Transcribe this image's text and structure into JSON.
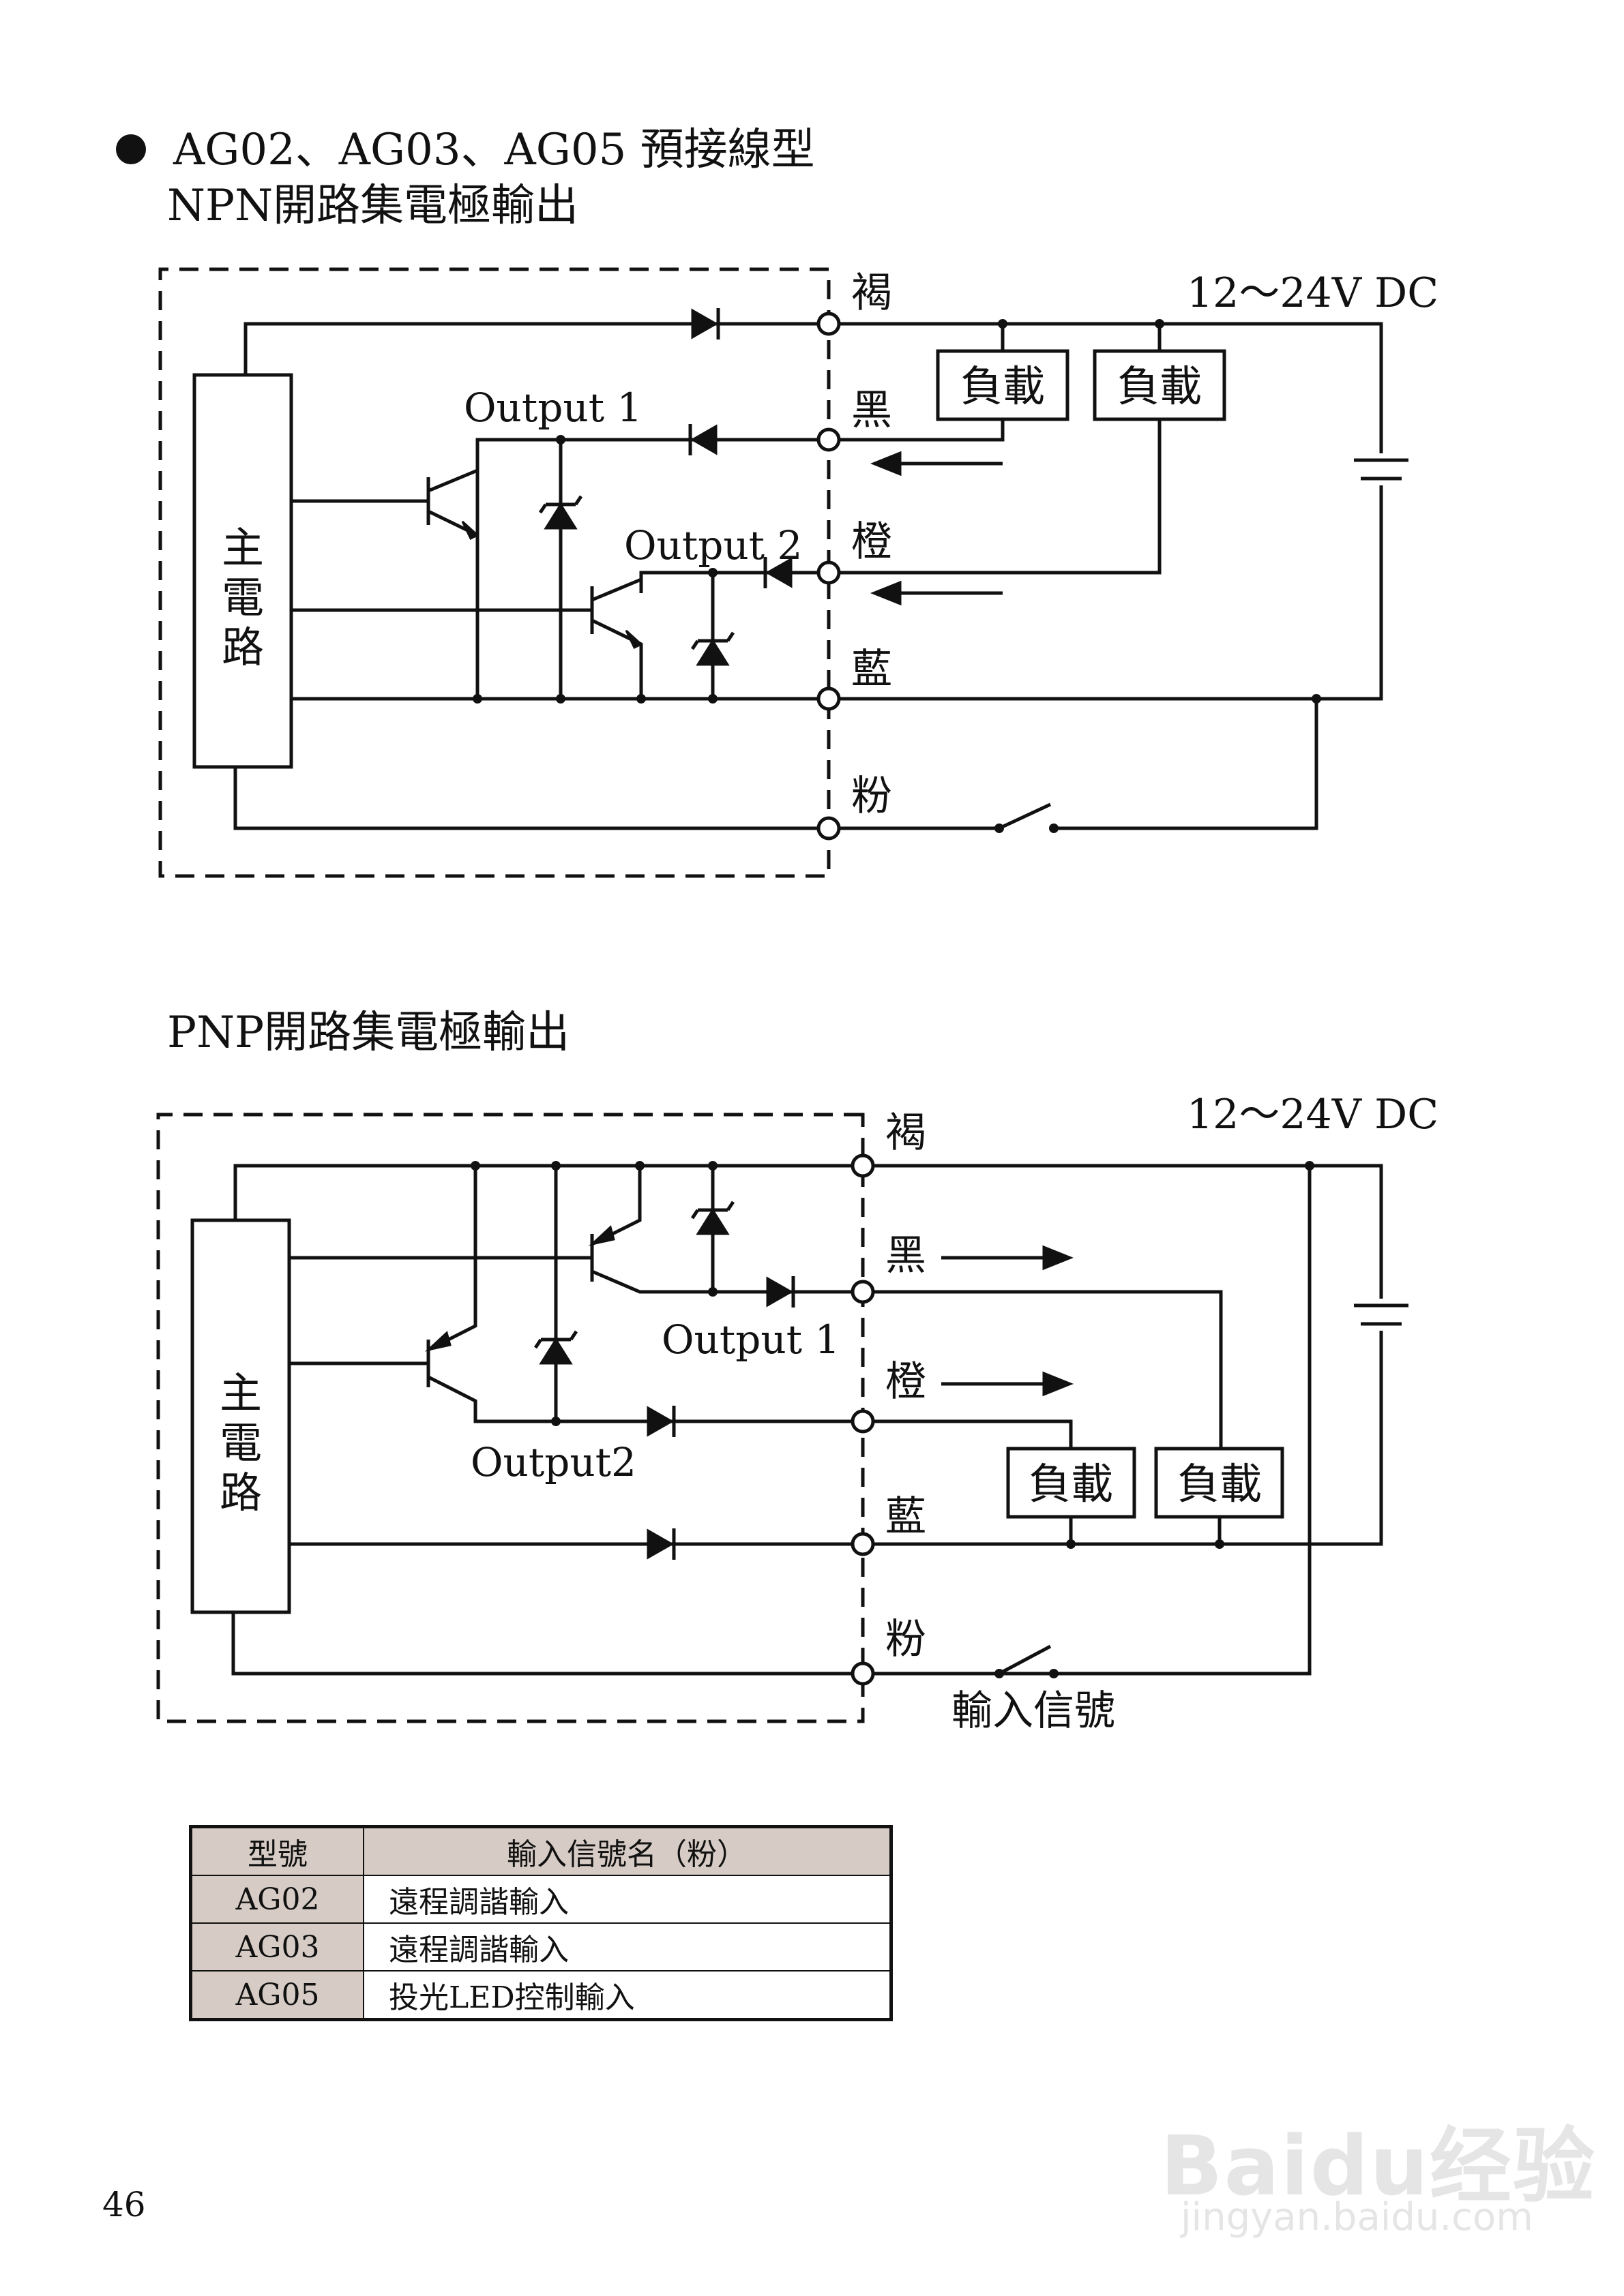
{
  "header": {
    "models_line": "AG02、AG03、AG05 預接線型"
  },
  "npn": {
    "title": "NPN開路集電極輸出",
    "voltage": "12～24V DC",
    "main_circuit": [
      "主",
      "電",
      "路"
    ],
    "wires": [
      "褐",
      "黑",
      "橙",
      "藍",
      "粉"
    ],
    "load_1": "負載",
    "load_2": "負載",
    "output_1": "Output 1",
    "output_2": "Output 2"
  },
  "pnp": {
    "title": "PNP開路集電極輸出",
    "voltage": "12～24V DC",
    "main_circuit": [
      "主",
      "電",
      "路"
    ],
    "wires": [
      "褐",
      "黑",
      "橙",
      "藍",
      "粉"
    ],
    "load_1": "負載",
    "load_2": "負載",
    "output_1": "Output 1",
    "output_2": "Output2",
    "input_signal": "輸入信號"
  },
  "table": {
    "headers": [
      "型號",
      "輸入信號名（粉）"
    ],
    "rows": [
      {
        "model": "AG02",
        "signal": "遠程調諧輸入"
      },
      {
        "model": "AG03",
        "signal": "遠程調諧輸入"
      },
      {
        "model": "AG05",
        "signal": "投光LED控制輸入"
      }
    ]
  },
  "page_number": "46",
  "watermark": {
    "brand": "Baidu经验",
    "url": "jingyan.baidu.com"
  }
}
